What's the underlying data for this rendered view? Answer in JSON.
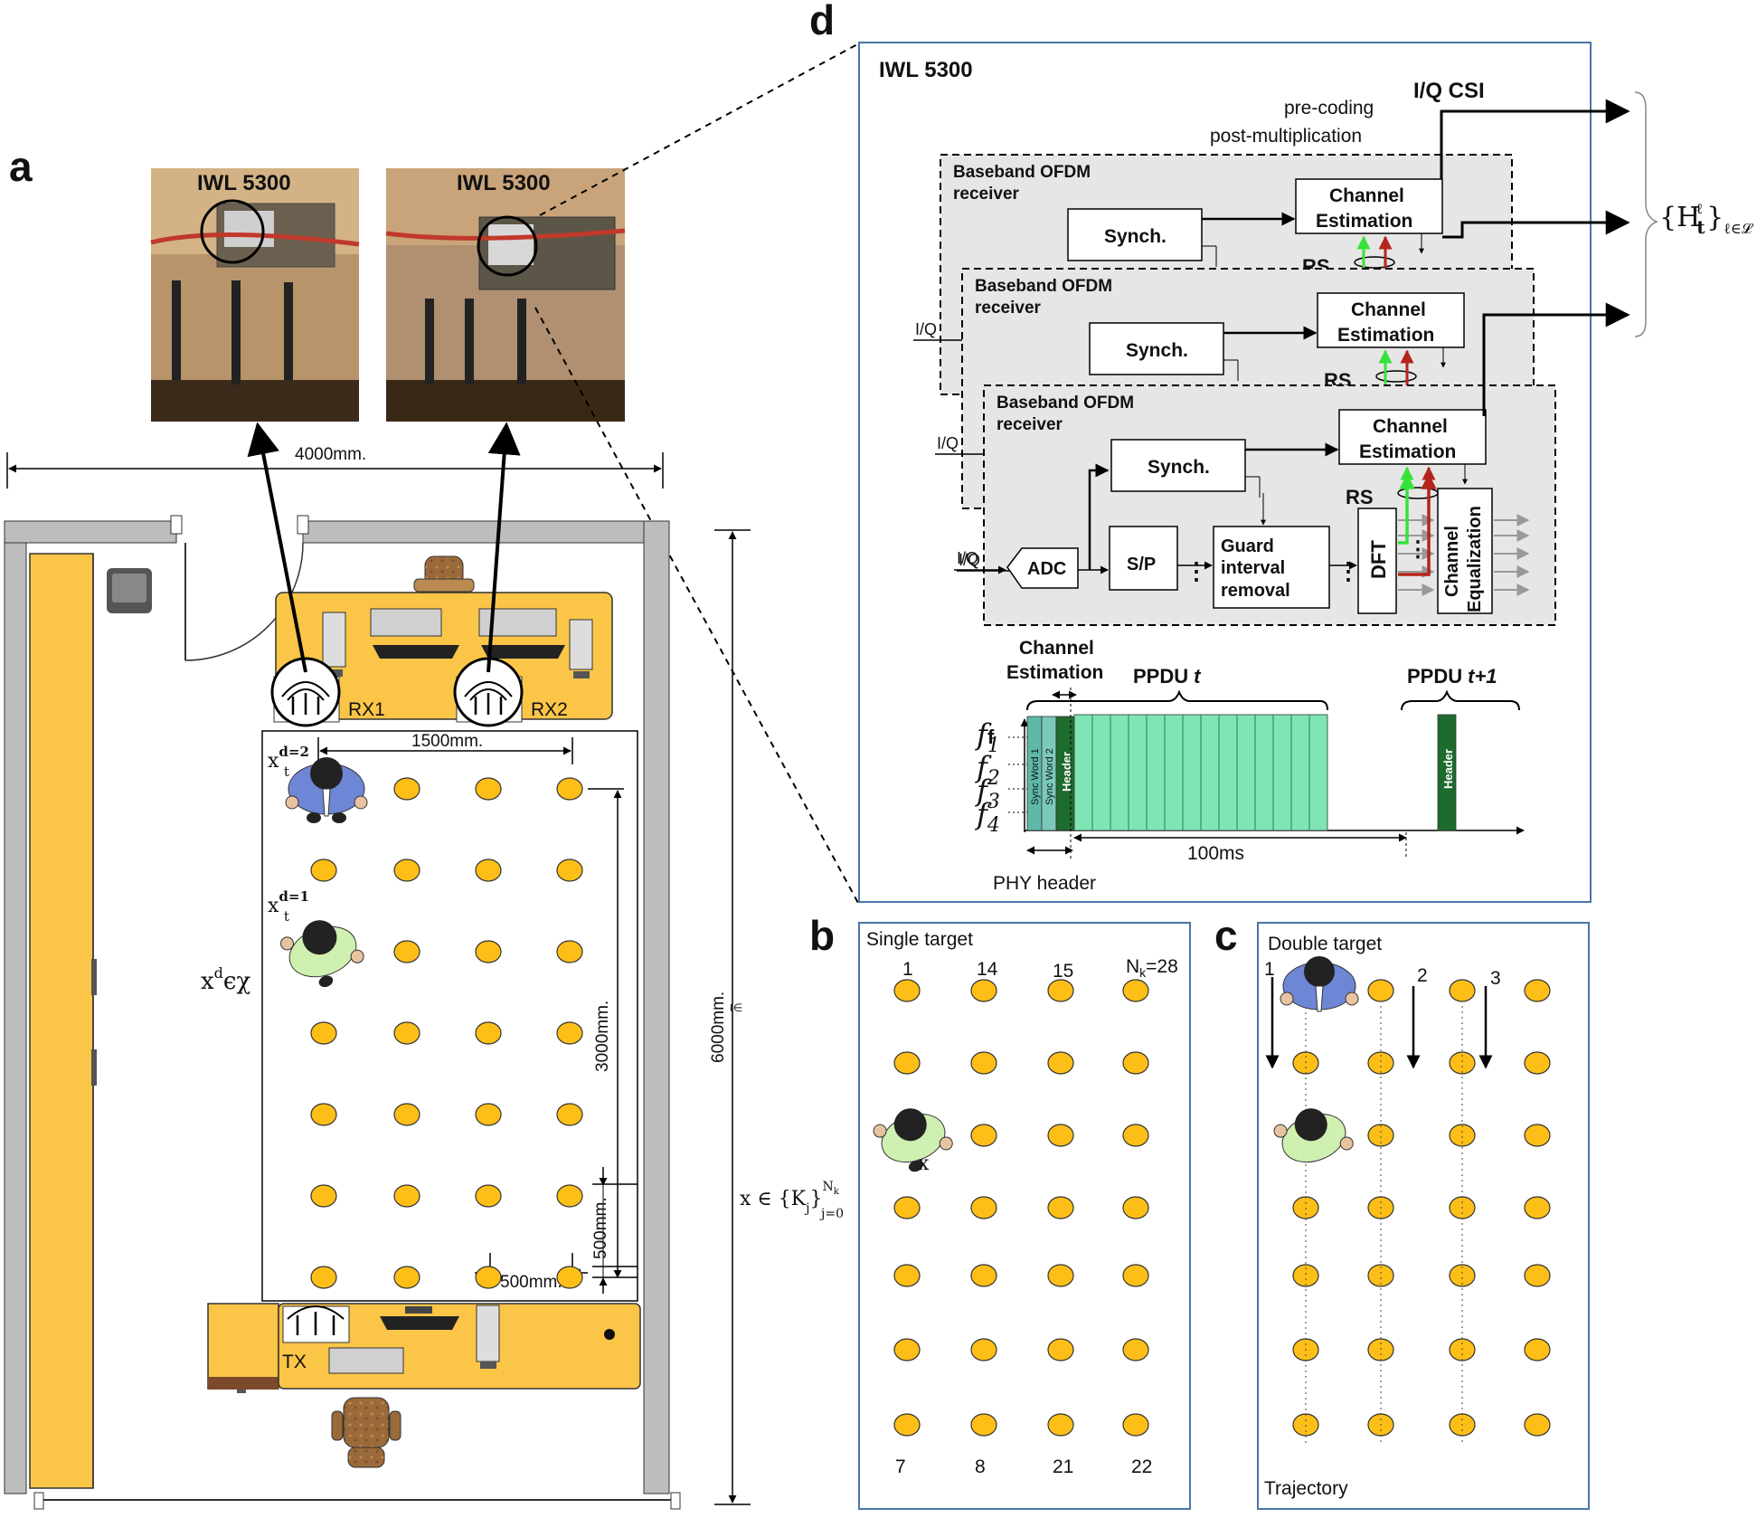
{
  "panels": {
    "a": "a",
    "b": "b",
    "c": "c",
    "d": "d"
  },
  "photos": {
    "left_label": "IWL 5300",
    "right_label": "IWL 5300"
  },
  "room": {
    "width_dim": "4000mm.",
    "height_dim": "6000mm.",
    "rx1": "RX1",
    "rx2": "RX2",
    "tx": "TX",
    "grid_width_dim": "1500mm.",
    "grid_height_dim": "3000mm.",
    "spacing_v_dim": "500mm.",
    "spacing_h_dim": "500mm.",
    "target2_base": "x",
    "target2_sub": "t",
    "target2_sup": "d=2",
    "target1_base": "x",
    "target1_sub": "t",
    "target1_sup": "d=1",
    "xd_base": "x",
    "xd_sup": "d",
    "xd_rest": "ϵχ",
    "x_set_main": "x ∈ {K",
    "x_set_sub": "j",
    "x_set_close": "}",
    "x_set_sup": "N",
    "x_set_sup2": "k",
    "x_set_low": "j=0",
    "stray_mark": "ℓ∈"
  },
  "panel_d": {
    "title": "IWL 5300",
    "csi_label": "I/Q CSI",
    "precoding": "pre-coding",
    "postmult": "post-multiplication",
    "output_set_main": "{H",
    "output_set_sub": "t",
    "output_set_sup": "ℓ",
    "output_set_close": "}",
    "output_set_index": "ℓ∈𝓛",
    "receiver_line1": "Baseband OFDM",
    "receiver_line2": "receiver",
    "iq": "I/Q",
    "synch": "Synch.",
    "channel_est_1": "Channel",
    "channel_est_2": "Estimation",
    "rs": "RS",
    "adc": "ADC",
    "sp": "S/P",
    "gi_1": "Guard",
    "gi_2": "interval",
    "gi_3": "removal",
    "dft": "DFT",
    "equalization_1": "Channel",
    "equalization_2": "Equalization",
    "timeline": {
      "channel_est_1": "Channel",
      "channel_est_2": "Estimation",
      "ppdu_t": "PPDU",
      "ppdu_t_index": "t",
      "ppdu_t1": "PPDU",
      "ppdu_t1_index": "t+1",
      "f_axis": "f",
      "f1": "f",
      "f1_sub": "1",
      "f2": "f",
      "f2_sub": "2",
      "f3": "f",
      "f3_sub": "3",
      "f4": "f",
      "f4_sub": "4",
      "sync1": "Sync Word 1",
      "sync2": "Sync Word 2",
      "header": "Header",
      "header2": "Header",
      "duration": "100ms",
      "phy_header": "PHY header"
    }
  },
  "panel_b": {
    "title": "Single target",
    "labels_top": [
      "1",
      "14",
      "15"
    ],
    "nk_main": "N",
    "nk_sub": "k",
    "nk_rest": "=28",
    "labels_bottom": [
      "7",
      "8",
      "21",
      "22"
    ],
    "target_label": "x"
  },
  "panel_c": {
    "title": "Double target",
    "labels": [
      "1",
      "2",
      "3"
    ],
    "trajectory": "Trajectory"
  },
  "colors": {
    "yellow": "#FDBF17",
    "desk": "#FBC548",
    "wall": "#BDBDBD",
    "panel_border": "#4A76A8",
    "receiver_bg": "#E6E6E6",
    "green_pkt": "#7FE5B4",
    "dark_green": "#1E6B2E",
    "teal": "#5FB8A8",
    "arrow_green": "#36E23A",
    "arrow_red": "#B5241B",
    "shirt_blue": "#6E86D6",
    "shirt_green": "#CFF0B0"
  }
}
